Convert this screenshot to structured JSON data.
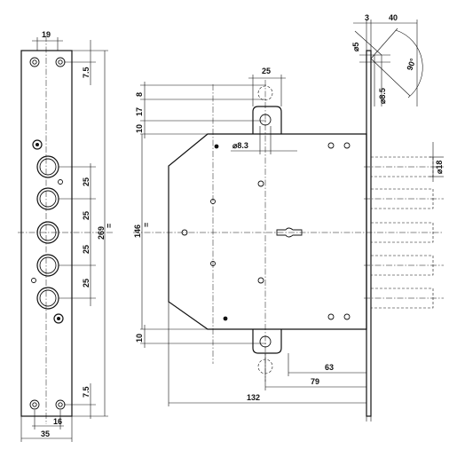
{
  "faceplate_dims": {
    "top_width": "19",
    "top_offset": "7.5",
    "pitch_1": "25",
    "pitch_2": "25",
    "pitch_3": "25",
    "pitch_4": "25",
    "height": "269",
    "half_mark": "=",
    "bottom_offset": "7.5",
    "bottom_inner": "16",
    "width": "35"
  },
  "body_dims": {
    "boss_width": "25",
    "boss_top": "8",
    "boss_mid": "17",
    "boss_lower": "10",
    "hole_dia": "⌀8.3",
    "height": "146",
    "half_mark": "=",
    "bottom_boss": "10",
    "backset_63": "63",
    "backset_79": "79",
    "total_132": "132"
  },
  "bolt_dims": {
    "front_thickness": "3",
    "projection": "40",
    "small_hole": "⌀5",
    "hole_8_5": "⌀8.5",
    "angle": "90°",
    "bolt_dia": "⌀18"
  }
}
